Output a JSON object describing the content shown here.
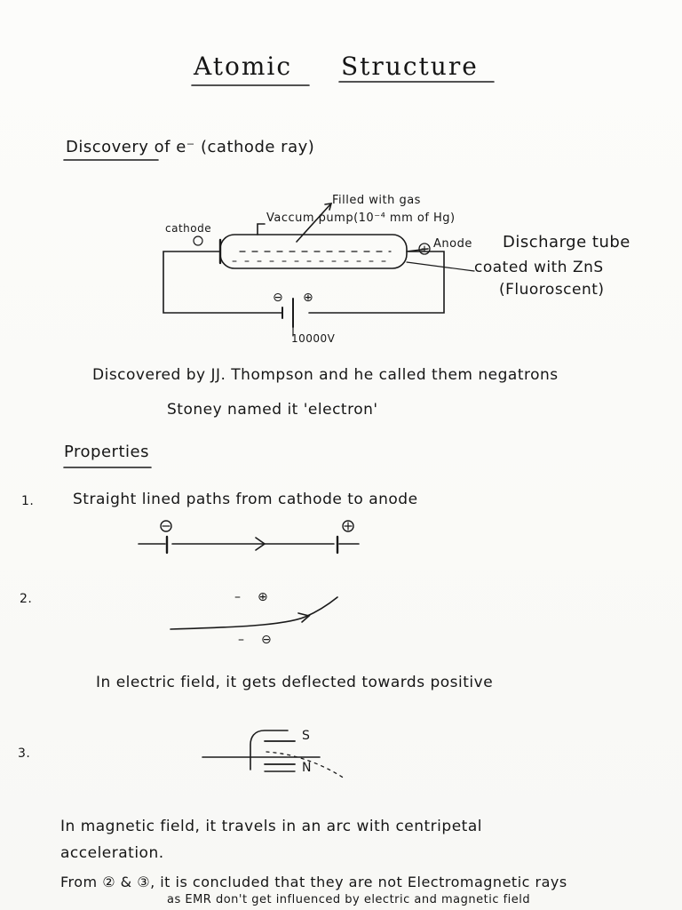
{
  "title": {
    "word1": "Atomic",
    "word2": "Structure"
  },
  "section": {
    "heading": "Discovery of e⁻ (cathode ray)"
  },
  "diagram": {
    "filled_with_gas": "Filled with gas",
    "vacuum_pump": "Vaccum pump(10⁻⁴ mm of Hg)",
    "cathode": "cathode",
    "anode": "Anode",
    "discharge_tube": "Discharge tube",
    "coated": "coated with ZnS",
    "fluorescent": "(Fluoroscent)",
    "voltage": "10000V",
    "minus_sign": "⊖",
    "plus_sign": "⊕"
  },
  "discovery": {
    "line1": "Discovered by JJ. Thompson and he called them negatrons",
    "line2": "Stoney named it 'electron'"
  },
  "properties": {
    "heading": "Properties",
    "items": [
      {
        "num": "1.",
        "text": "Straight lined paths from cathode to anode"
      },
      {
        "num": "2.",
        "text": "In electric field, it gets deflected towards positive"
      },
      {
        "num": "3.",
        "text": "In magnetic field, it travels in an arc with centripetal"
      }
    ],
    "item3_line2": "acceleration.",
    "conclusion_line1": "From ② & ③, it is concluded that they are not Electromagnetic rays",
    "conclusion_line2": "as EMR don't get influenced by electric and magnetic field"
  },
  "fig2": {
    "minus1": "–",
    "plus_circle": "⊕",
    "minus2": "–",
    "minus_circle": "⊖"
  },
  "fig3": {
    "south": "S",
    "north": "N"
  }
}
